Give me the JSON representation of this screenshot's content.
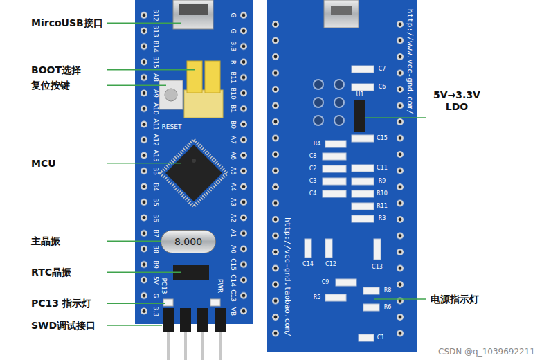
{
  "diagram": {
    "nodes": [
      {
        "text": [
          "8.000"
        ]
      }
    ],
    "labels": [
      "MircoUSB接口",
      "BOOT选择",
      "复位按键",
      "MCU",
      "主晶振",
      "RTC晶振",
      "PC13 指示灯",
      "SWD调试接口",
      "5V→3.3V LDO",
      "电源指示灯",
      "RESET",
      "PC13",
      "PWR",
      "B12",
      "B13",
      "B14",
      "B15",
      "A8",
      "A9",
      "A10",
      "A11",
      "A12",
      "A15",
      "B3",
      "B4",
      "B5",
      "B6",
      "B7",
      "B8",
      "B9",
      "5V",
      "G",
      "3.3",
      "G",
      "G",
      "3.3",
      "R",
      "B11",
      "B10",
      "B1",
      "B0",
      "A7",
      "A6",
      "A5",
      "A4",
      "A3",
      "A2",
      "A1",
      "A0",
      "C15",
      "C14",
      "C13",
      "VB",
      "http://www.vcc-gnd.com/",
      "http://vcc-gnd.taobao.com/",
      "C7",
      "C6",
      "U1",
      "C15",
      "C11",
      "R9",
      "R10",
      "R11",
      "R3",
      "R4",
      "C8",
      "C2",
      "C3",
      "C4",
      "C14",
      "C12",
      "C13",
      "C9",
      "R5",
      "R8",
      "R6",
      "C1",
      "CSDN @q_1039692211"
    ]
  }
}
